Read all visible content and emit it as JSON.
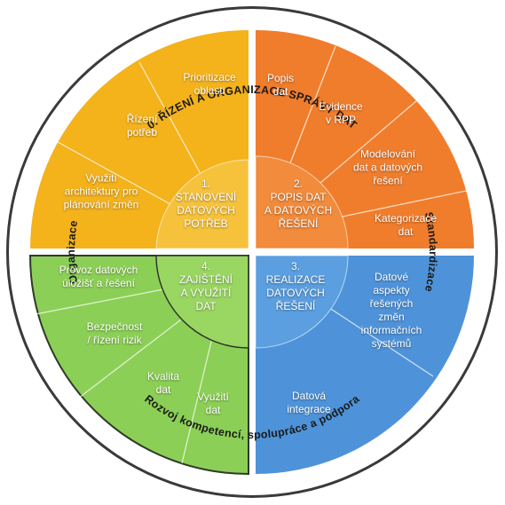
{
  "outer_ring": {
    "top": "0. ŘÍZENÍ A ORGANIZACE SPRÁVY DAT",
    "left": "Organizace",
    "right": "Standardizace",
    "bottom": "Rozvoj kompetencí, spolupráce a podpora"
  },
  "colors": {
    "orange_top_left": "#f4b21b",
    "orange_top_right": "#f07d2c",
    "green": "#8ccf56",
    "blue": "#4e93d9",
    "ring": "#ffffff",
    "ring_border": "#4a4a4a"
  },
  "quadrants": {
    "top_left": {
      "center": "1.\nSTANOVENÍ\nDATOVÝCH\nPOTŘEB",
      "items": [
        "Prioritizace\noblasti",
        "Řízení\npotřeb",
        "Využití\narchitektury pro\nplánování změn"
      ]
    },
    "top_right": {
      "center": "2.\nPOPIS DAT\nA DATOVÝCH\nŘEŠENÍ",
      "items": [
        "Popis\ndat",
        "Evidence\nv RPP",
        "Modelování\ndat a datových\nřešení",
        "Kategorizace\ndat"
      ]
    },
    "bottom_left": {
      "center": "4.\nZAJIŠTĚNÍ\nA VYUŽITÍ\nDAT",
      "items": [
        "Provoz datových\núložišť a řešení",
        "Bezpečnost\n/ řízení rizik",
        "Kvalita\ndat",
        "Využití\ndat"
      ]
    },
    "bottom_right": {
      "center": "3.\nREALIZACE\nDATOVÝCH\nŘEŠENÍ",
      "items": [
        "Datové\naspekty\nřešených\nzměn\ninformačních\nsystémů",
        "Datová\nintegrace"
      ]
    }
  }
}
